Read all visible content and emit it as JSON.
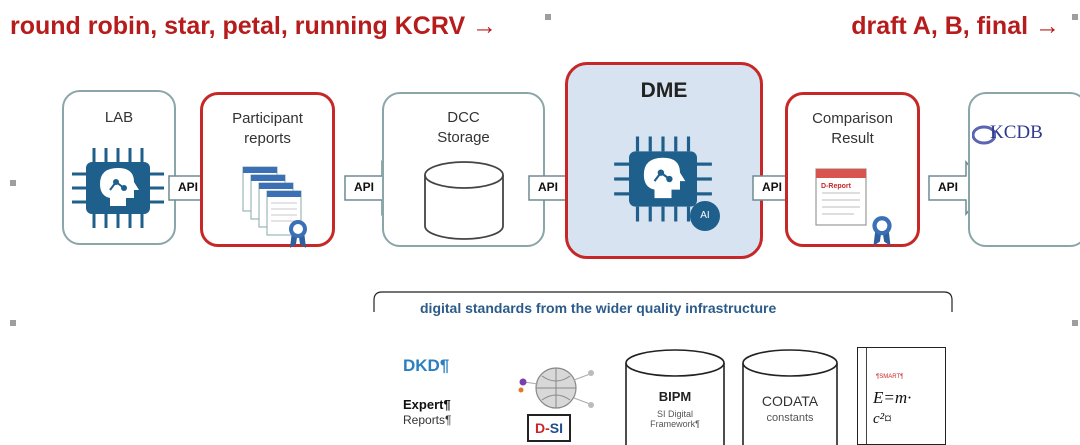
{
  "header": {
    "left": "round robin, star, petal, running KCRV →",
    "right": "draft A, B, final →"
  },
  "pipeline": {
    "lab": "LAB",
    "participant_reports": "Participant\nreports",
    "dcc_storage": "DCC\nStorage",
    "dme": "DME",
    "comparison_result": "Comparison\nResult",
    "kcdb": "KCDB",
    "api_label": "API",
    "ai_badge": "AI",
    "d_report": "D-Report"
  },
  "standards": {
    "title": "digital standards from the wider quality infrastructure",
    "dkd": {
      "title": "DKD¶",
      "line1": "Expert¶",
      "line2": "Reports¶"
    },
    "dsi": {
      "prefix": "D-",
      "suffix": "SI"
    },
    "bipm": {
      "title": "BIPM",
      "subtitle": "SI Digital\nFramework¶"
    },
    "codata": {
      "title": "CODATA",
      "subtitle": "constants"
    },
    "smart": {
      "label": "¶SMART¶",
      "formula_line1": "E=m·",
      "formula_line2": "c²¤"
    }
  },
  "colors": {
    "accent_red": "#c62828",
    "heading_red": "#b71c1c",
    "dme_fill": "#d7e3f1",
    "chip_blue": "#1f5f8b",
    "standards_blue": "#2b5b8a",
    "kcdb_blue": "#2f3b8c"
  },
  "icons": [
    "ai-chip-icon",
    "stacked-reports-icon",
    "certificate-ribbon-icon",
    "database-cylinder-icon",
    "document-icon",
    "globe-network-icon",
    "formula-icon"
  ]
}
